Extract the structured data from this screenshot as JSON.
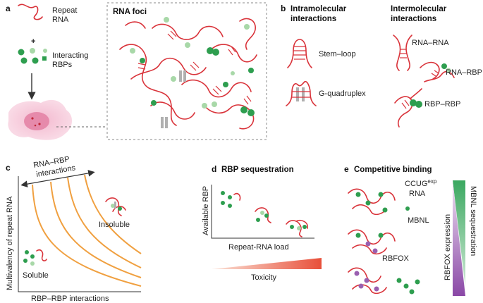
{
  "panels": {
    "a": {
      "letter": "a",
      "repeat_rna": [
        "Repeat",
        "RNA"
      ],
      "plus": "+",
      "interacting_rbps": [
        "Interacting",
        "RBPs"
      ],
      "foci_title": "RNA foci"
    },
    "b": {
      "letter": "b",
      "intra_title": [
        "Intramolecular",
        "interactions"
      ],
      "inter_title": [
        "Intermolecular",
        "interactions"
      ],
      "stem_loop": "Stem–loop",
      "g_quadruplex": "G-quadruplex",
      "rna_rna": "RNA–RNA",
      "rna_rbp": "RNA–RBP",
      "rbp_rbp": "RBP–RBP"
    },
    "c": {
      "letter": "c",
      "arrow_label": [
        "RNA–RBP",
        "interactions"
      ],
      "ylabel": "Multivalency of repeat RNA",
      "xlabel": "RBP–RBP interactions",
      "insoluble": "Insoluble",
      "soluble": "Soluble"
    },
    "d": {
      "letter": "d",
      "title": "RBP sequestration",
      "ylabel": "Available RBP",
      "xlabel": "Repeat-RNA load",
      "toxicity": "Toxicity"
    },
    "e": {
      "letter": "e",
      "title": "Competitive binding",
      "ccug": "CCUG",
      "ccug_sup": "exp",
      "rna": "RNA",
      "mbnl": "MBNL",
      "rbfox": "RBFOX",
      "rbfox_expression": "RBFOX expression",
      "mbnl_sequestration": "MBNL sequestration"
    }
  },
  "colors": {
    "rna": "#d9333a",
    "rbp_green": "#2e9e4f",
    "rbp_light": "#a8d8a8",
    "rbfox_purple": "#9a5fb0",
    "curve_orange": "#f0a040",
    "cell_pink": "#f5c6d6",
    "quadruplex_grey": "#b0b0b0"
  }
}
